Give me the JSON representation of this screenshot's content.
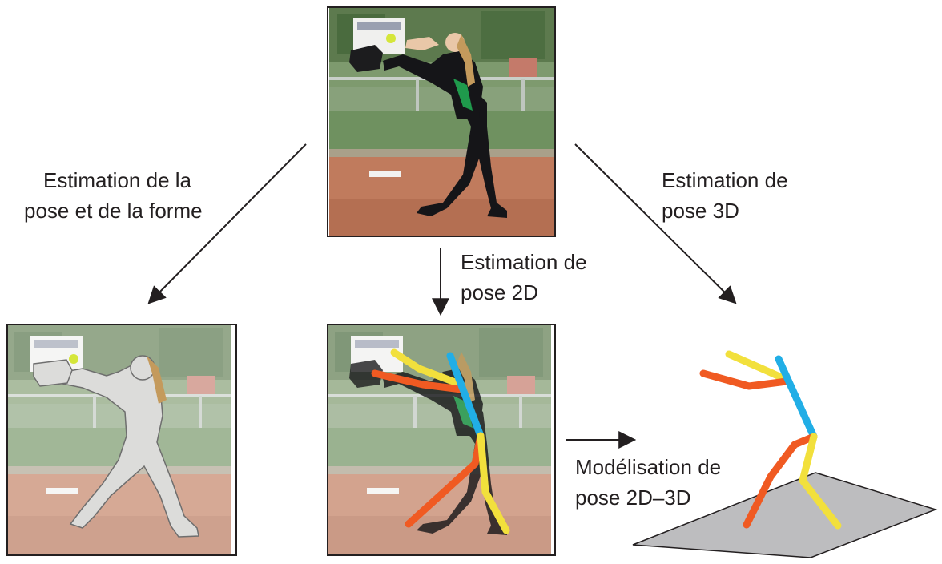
{
  "labels": {
    "shape_line1": "Estimation de la",
    "shape_line2": "pose et de la forme",
    "pose2d_line1": "Estimation de",
    "pose2d_line2": "pose 2D",
    "pose3d_line1": "Estimation de",
    "pose3d_line2": "pose 3D",
    "lift_line1": "Modélisation de",
    "lift_line2": "pose 2D–3D"
  },
  "colors": {
    "skeleton_left": "#f05a22",
    "skeleton_right": "#f2e03c",
    "skeleton_spine": "#21aee6",
    "arrow": "#231f20",
    "ground": "#bdbdbf",
    "body_mesh": "#dcdcda",
    "grass": "#6d8c5f",
    "dirt": "#b9775a"
  }
}
